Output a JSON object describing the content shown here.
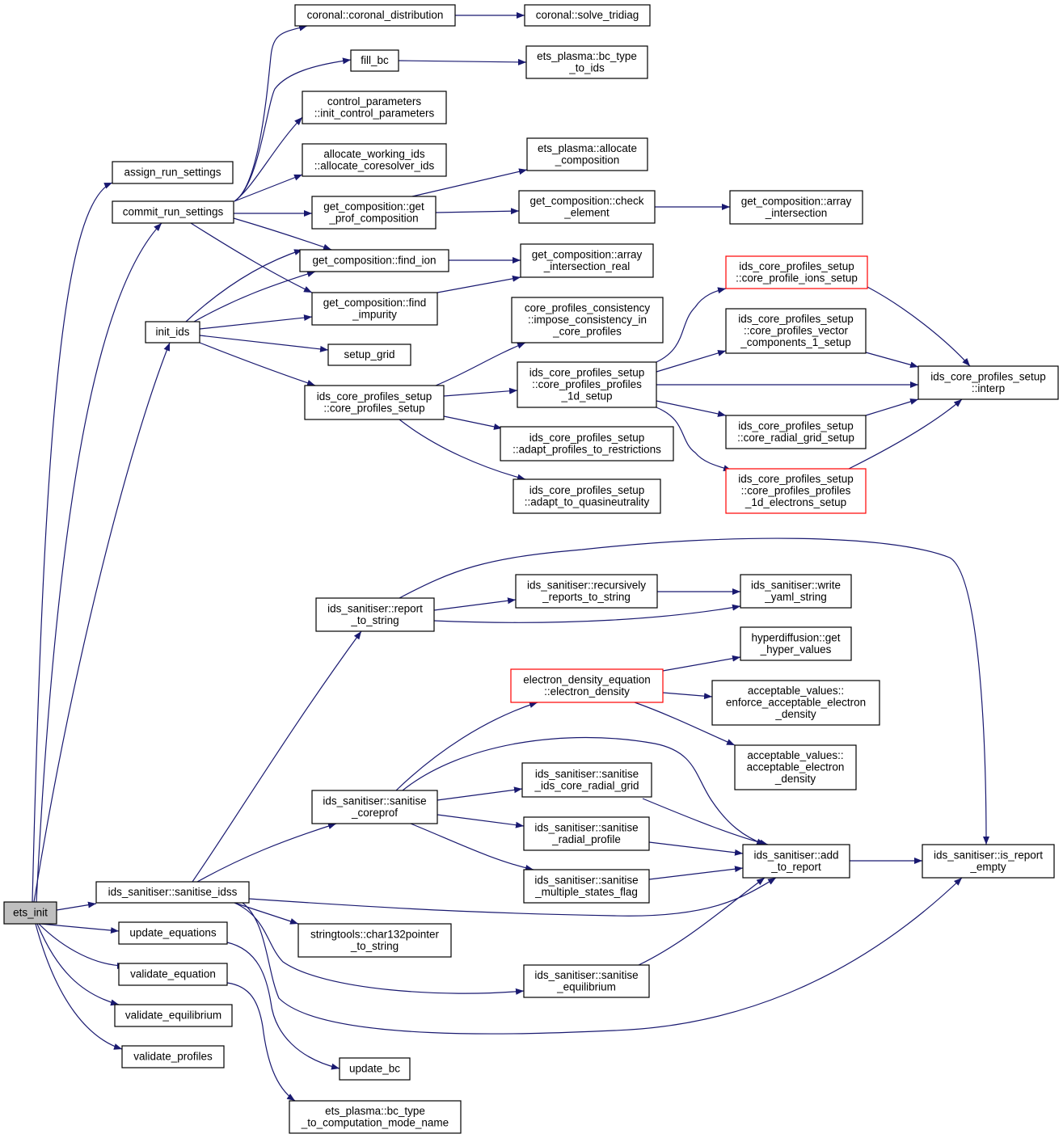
{
  "diagram": {
    "type": "call-graph",
    "colors": {
      "edge": "#191970",
      "node_border": "#000000",
      "node_border_highlight": "#ff0000",
      "root_fill": "#bfbfbf"
    },
    "nodes": [
      {
        "id": "ets_init",
        "lines": [
          "ets_init"
        ],
        "style": "root"
      },
      {
        "id": "assign_run_settings",
        "lines": [
          "assign_run_settings"
        ]
      },
      {
        "id": "commit_run_settings",
        "lines": [
          "commit_run_settings"
        ]
      },
      {
        "id": "coronal_distribution",
        "lines": [
          "coronal::coronal_distribution"
        ]
      },
      {
        "id": "solve_tridiag",
        "lines": [
          "coronal::solve_tridiag"
        ]
      },
      {
        "id": "fill_bc",
        "lines": [
          "fill_bc"
        ]
      },
      {
        "id": "bc_type_to_ids",
        "lines": [
          "ets_plasma::bc_type",
          "_to_ids"
        ]
      },
      {
        "id": "init_control_parameters",
        "lines": [
          "control_parameters",
          "::init_control_parameters"
        ]
      },
      {
        "id": "allocate_coresolver_ids",
        "lines": [
          "allocate_working_ids",
          "::allocate_coresolver_ids"
        ]
      },
      {
        "id": "allocate_composition",
        "lines": [
          "ets_plasma::allocate",
          "_composition"
        ]
      },
      {
        "id": "get_prof_composition",
        "lines": [
          "get_composition::get",
          "_prof_composition"
        ]
      },
      {
        "id": "check_element",
        "lines": [
          "get_composition::check",
          "_element"
        ]
      },
      {
        "id": "array_intersection",
        "lines": [
          "get_composition::array",
          "_intersection"
        ]
      },
      {
        "id": "find_ion",
        "lines": [
          "get_composition::find_ion"
        ]
      },
      {
        "id": "array_intersection_real",
        "lines": [
          "get_composition::array",
          "_intersection_real"
        ]
      },
      {
        "id": "find_impurity",
        "lines": [
          "get_composition::find",
          "_impurity"
        ]
      },
      {
        "id": "init_ids",
        "lines": [
          "init_ids"
        ]
      },
      {
        "id": "impose_consistency",
        "lines": [
          "core_profiles_consistency",
          "::impose_consistency_in",
          "_core_profiles"
        ]
      },
      {
        "id": "setup_grid",
        "lines": [
          "setup_grid"
        ]
      },
      {
        "id": "core_profiles_setup",
        "lines": [
          "ids_core_profiles_setup",
          "::core_profiles_setup"
        ]
      },
      {
        "id": "core_profiles_1d_setup",
        "lines": [
          "ids_core_profiles_setup",
          "::core_profiles_profiles",
          "_1d_setup"
        ]
      },
      {
        "id": "adapt_profiles",
        "lines": [
          "ids_core_profiles_setup",
          "::adapt_profiles_to_restrictions"
        ]
      },
      {
        "id": "adapt_quasineutrality",
        "lines": [
          "ids_core_profiles_setup",
          "::adapt_to_quasineutrality"
        ]
      },
      {
        "id": "core_profile_ions_setup",
        "lines": [
          "ids_core_profiles_setup",
          "::core_profile_ions_setup"
        ],
        "style": "red"
      },
      {
        "id": "vector_components",
        "lines": [
          "ids_core_profiles_setup",
          "::core_profiles_vector",
          "_components_1_setup"
        ]
      },
      {
        "id": "interp",
        "lines": [
          "ids_core_profiles_setup",
          "::interp"
        ]
      },
      {
        "id": "core_radial_grid_setup",
        "lines": [
          "ids_core_profiles_setup",
          "::core_radial_grid_setup"
        ]
      },
      {
        "id": "electrons_setup",
        "lines": [
          "ids_core_profiles_setup",
          "::core_profiles_profiles",
          "_1d_electrons_setup"
        ],
        "style": "red"
      },
      {
        "id": "report_to_string",
        "lines": [
          "ids_sanitiser::report",
          "_to_string"
        ]
      },
      {
        "id": "recursively_reports",
        "lines": [
          "ids_sanitiser::recursively",
          "_reports_to_string"
        ]
      },
      {
        "id": "write_yaml_string",
        "lines": [
          "ids_sanitiser::write",
          "_yaml_string"
        ]
      },
      {
        "id": "get_hyper_values",
        "lines": [
          "hyperdiffusion::get",
          "_hyper_values"
        ]
      },
      {
        "id": "electron_density",
        "lines": [
          "electron_density_equation",
          "::electron_density"
        ],
        "style": "red"
      },
      {
        "id": "enforce_acceptable",
        "lines": [
          "acceptable_values::",
          "enforce_acceptable_electron",
          "_density"
        ]
      },
      {
        "id": "acceptable_electron",
        "lines": [
          "acceptable_values::",
          "acceptable_electron",
          "_density"
        ]
      },
      {
        "id": "sanitise_coreprof",
        "lines": [
          "ids_sanitiser::sanitise",
          "_coreprof"
        ]
      },
      {
        "id": "sanitise_radial_grid",
        "lines": [
          "ids_sanitiser::sanitise",
          "_ids_core_radial_grid"
        ]
      },
      {
        "id": "sanitise_radial_profile",
        "lines": [
          "ids_sanitiser::sanitise",
          "_radial_profile"
        ]
      },
      {
        "id": "add_to_report",
        "lines": [
          "ids_sanitiser::add",
          "_to_report"
        ]
      },
      {
        "id": "is_report_empty",
        "lines": [
          "ids_sanitiser::is_report",
          "_empty"
        ]
      },
      {
        "id": "sanitise_multiple_states",
        "lines": [
          "ids_sanitiser::sanitise",
          "_multiple_states_flag"
        ]
      },
      {
        "id": "sanitise_idss",
        "lines": [
          "ids_sanitiser::sanitise_idss"
        ]
      },
      {
        "id": "update_equations",
        "lines": [
          "update_equations"
        ]
      },
      {
        "id": "char132pointer",
        "lines": [
          "stringtools::char132pointer",
          "_to_string"
        ]
      },
      {
        "id": "validate_equation",
        "lines": [
          "validate_equation"
        ]
      },
      {
        "id": "sanitise_equilibrium",
        "lines": [
          "ids_sanitiser::sanitise",
          "_equilibrium"
        ]
      },
      {
        "id": "validate_equilibrium",
        "lines": [
          "validate_equilibrium"
        ]
      },
      {
        "id": "validate_profiles",
        "lines": [
          "validate_profiles"
        ]
      },
      {
        "id": "update_bc",
        "lines": [
          "update_bc"
        ]
      },
      {
        "id": "bc_type_to_computation",
        "lines": [
          "ets_plasma::bc_type",
          "_to_computation_mode_name"
        ]
      }
    ]
  }
}
